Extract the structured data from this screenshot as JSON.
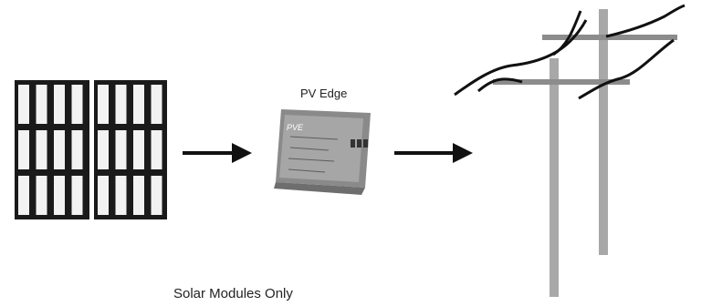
{
  "diagram": {
    "inverter_label": "PV Edge",
    "inverter_brand_text": "PVE",
    "caption": "Solar Modules Only",
    "icons": [
      "solar-panel-icon",
      "inverter-icon",
      "arrow-right-icon",
      "power-line-icon"
    ]
  }
}
